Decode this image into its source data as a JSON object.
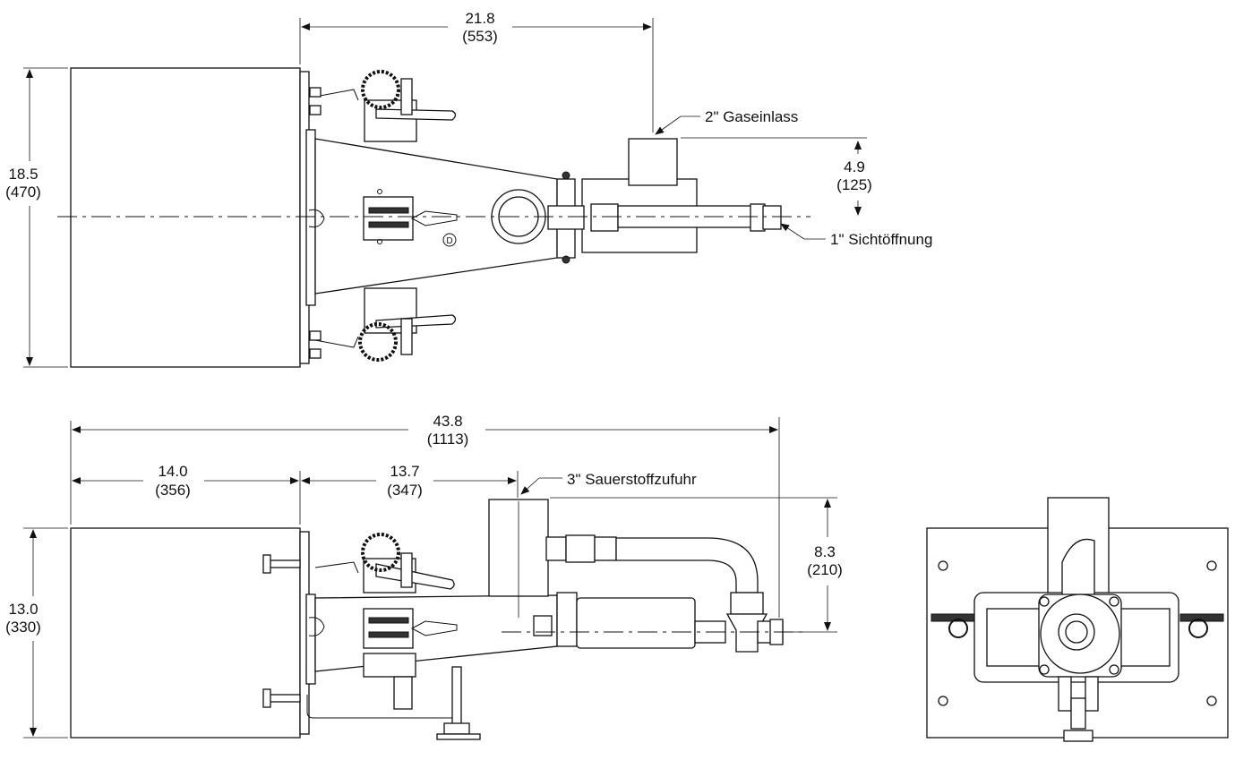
{
  "dimensions": {
    "top_width": {
      "in": "21.8",
      "mm": "(553)"
    },
    "top_height": {
      "in": "18.5",
      "mm": "(470)"
    },
    "gas_offset": {
      "in": "4.9",
      "mm": "(125)"
    },
    "overall_length": {
      "in": "43.8",
      "mm": "(1113)"
    },
    "body_length": {
      "in": "14.0",
      "mm": "(356)"
    },
    "mid_length": {
      "in": "13.7",
      "mm": "(347)"
    },
    "side_height": {
      "in": "13.0",
      "mm": "(330)"
    },
    "oxygen_offset": {
      "in": "8.3",
      "mm": "(210)"
    }
  },
  "callouts": {
    "gas_inlet": "2\" Gaseinlass",
    "sight_port": "1\" Sichtöffnung",
    "oxygen_supply": "3\" Sauerstoffzufuhr"
  },
  "markers": {
    "detail_d": "D"
  }
}
